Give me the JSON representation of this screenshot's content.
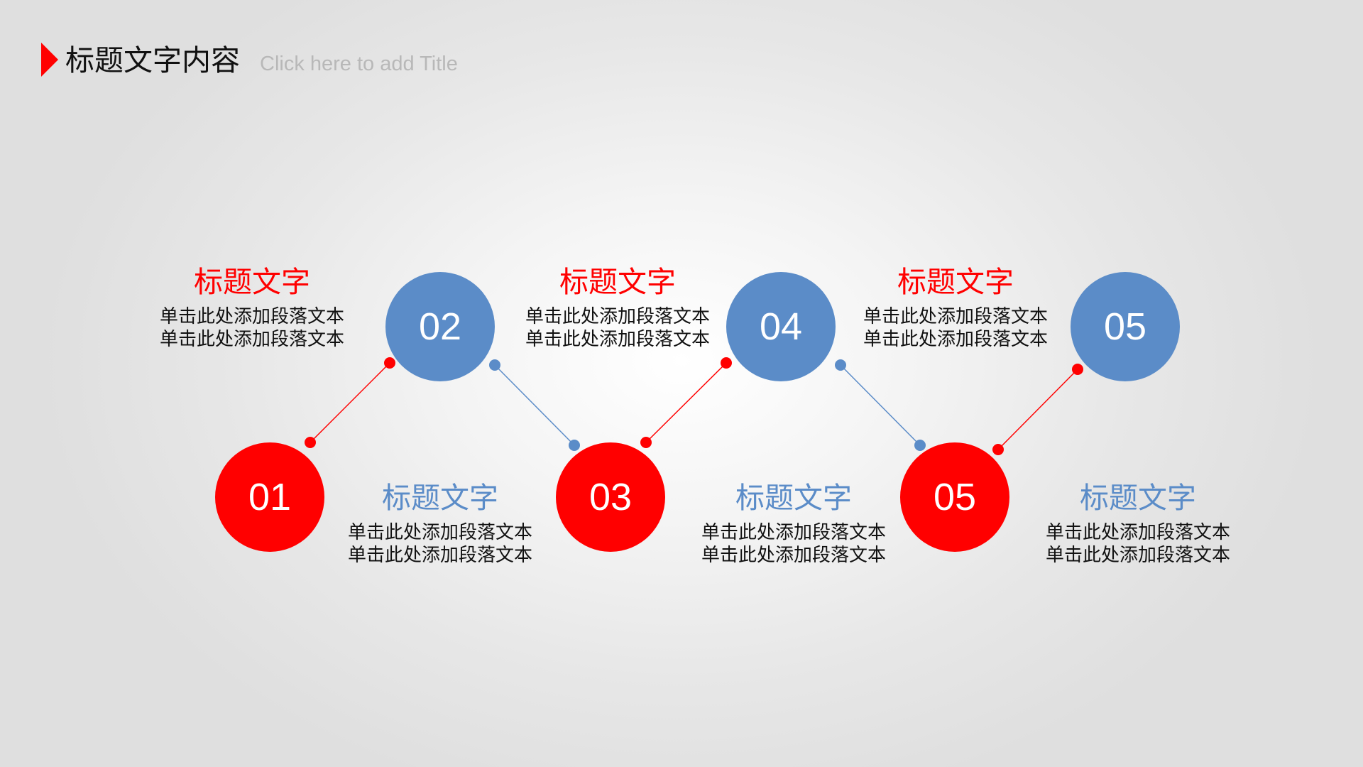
{
  "header": {
    "title": "标题文字内容",
    "subtitle": "Click here to add Title",
    "marker_color": "#ff0000"
  },
  "colors": {
    "red": "#ff0000",
    "blue": "#5b8cc8",
    "text": "#111111",
    "subtitle": "#b8b8b8"
  },
  "steps": [
    {
      "number": "01",
      "color": "red"
    },
    {
      "number": "02",
      "color": "blue"
    },
    {
      "number": "03",
      "color": "red"
    },
    {
      "number": "04",
      "color": "blue"
    },
    {
      "number": "05",
      "color": "red"
    },
    {
      "number": "05",
      "color": "blue"
    }
  ],
  "blocks": [
    {
      "title": "标题文字",
      "color": "red",
      "line1": "单击此处添加段落文本",
      "line2": "单击此处添加段落文本"
    },
    {
      "title": "标题文字",
      "color": "blue",
      "line1": "单击此处添加段落文本",
      "line2": "单击此处添加段落文本"
    },
    {
      "title": "标题文字",
      "color": "red",
      "line1": "单击此处添加段落文本",
      "line2": "单击此处添加段落文本"
    },
    {
      "title": "标题文字",
      "color": "blue",
      "line1": "单击此处添加段落文本",
      "line2": "单击此处添加段落文本"
    },
    {
      "title": "标题文字",
      "color": "red",
      "line1": "单击此处添加段落文本",
      "line2": "单击此处添加段落文本"
    },
    {
      "title": "标题文字",
      "color": "blue",
      "line1": "单击此处添加段落文本",
      "line2": "单击此处添加段落文本"
    }
  ]
}
